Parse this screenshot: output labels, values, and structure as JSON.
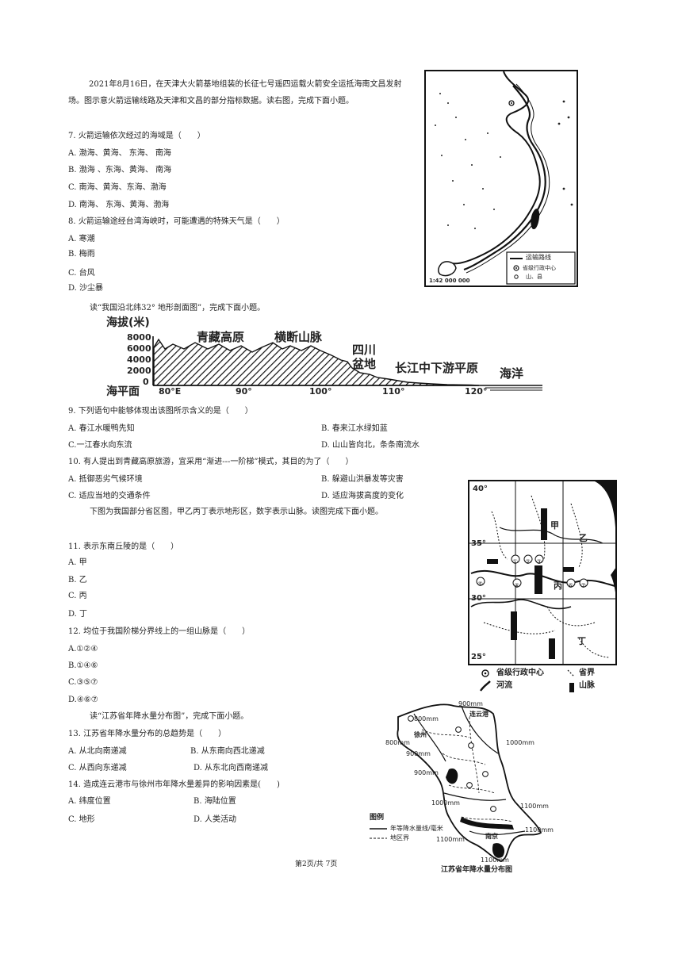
{
  "intro1": "2021年8月16日，在天津大火箭基地组装的长征七号遥四运载火箭安全运抵海南文昌发射场。图示意火箭运输线路及天津和文昌的部分指标数据。读右图，完成下面小题。",
  "q7": {
    "stem": "7.  火箭运输依次经过的海域是（　　）",
    "options": [
      "A.  渤海、黄海、  东海、  南海",
      "B.  渤海 、东海、黄海、  南海",
      "C.  南海、黄海、东海、渤海",
      "D.  南海、  东海、黄海、渤海"
    ]
  },
  "q8": {
    "stem": "8.  火箭运输途经台湾海峡时，可能遭遇的特殊天气是（　　）",
    "options": [
      "A.  寒潮",
      "B.  梅雨",
      "C.  台风",
      "D.  沙尘暴"
    ]
  },
  "map1": {
    "legend": [
      "运输路线",
      "省级行政中心",
      "山、县"
    ],
    "scale": "1:42 000 000"
  },
  "intro2": "读“我国沿北纬32°  地形剖面图”，完成下面小题。",
  "profile": {
    "ylabel": "海拔(米)",
    "yticks": [
      "8000",
      "6000",
      "4000",
      "2000",
      "0"
    ],
    "baseline": "海平面",
    "xticks": [
      "80°E",
      "90°",
      "100°",
      "110°",
      "120°"
    ],
    "regions": [
      "青藏高原",
      "横断山脉",
      "四川",
      "盆地",
      "长江中下游平原",
      "海洋"
    ]
  },
  "q9": {
    "stem": "9.  下列语句中能够体现出该图所示含义的是（　　）",
    "options": [
      "A.  春江水暖鸭先知",
      "B.  春来江水绿如蓝",
      "C.一江春水向东流",
      "D.  山山皆向北，条条南流水"
    ]
  },
  "q10": {
    "stem": "10.  有人提出到青藏高原旅游，宜采用“渐进---一阶梯”模式，其目的为了（　　）",
    "options": [
      "A.  抵御恶劣气候环境",
      "B.  躲避山洪暴发等灾害",
      "C.  适应当地的交通条件",
      "D.  适应海拔高度的变化"
    ]
  },
  "intro3": "下图为我国部分省区图，甲乙丙丁表示地形区，数字表示山脉。读图完成下面小题。",
  "map2": {
    "lat": [
      "40°",
      "35°",
      "30°",
      "25°"
    ],
    "regions": [
      "甲",
      "乙",
      "丙",
      "丁"
    ],
    "nums": [
      "①",
      "②",
      "③",
      "④",
      "⑤",
      "⑥",
      "⑦"
    ],
    "legend": [
      "省级行政中心",
      "省界",
      "河流",
      "山脉"
    ]
  },
  "q11": {
    "stem": "11.  表示东南丘陵的是（　　）",
    "options": [
      "A.  甲",
      "B.  乙",
      "C.  丙",
      "D.  丁"
    ]
  },
  "q12": {
    "stem": "12.  均位于我国阶梯分界线上的一组山脉是（　　）",
    "options": [
      "A.①②④",
      "B.①④⑥",
      "C.③⑤⑦",
      "D.④⑥⑦"
    ]
  },
  "intro4": "读“江苏省年降水量分布图”，完成下面小题。",
  "q13": {
    "stem": "13.  江苏省年降水量分布的总趋势是（　　）",
    "options": [
      "A.  从北向南递减",
      "B.  从东南向西北递减",
      "C.  从西向东递减",
      "D.  从东北向西南递减"
    ]
  },
  "q14": {
    "stem": "14.  造成连云港市与徐州市年降水量差异的影响因素是(　　)",
    "options": [
      "A.  纬度位置",
      "B.  海陆位置",
      "C.  地形",
      "D.  人类活动"
    ]
  },
  "map3": {
    "isolines": [
      "900mm",
      "800mm",
      "800mm",
      "900mm",
      "900mm",
      "1000mm",
      "1000mm",
      "1100mm",
      "1100mm",
      "1100mm",
      "1100mm"
    ],
    "cities": [
      "徐州",
      "连云港",
      "南京"
    ],
    "legend_title": "图例",
    "legend": [
      "年等降水量线/毫米",
      "地区界"
    ],
    "title": "江苏省年降水量分布图"
  },
  "footer": "第2页/共 7页"
}
